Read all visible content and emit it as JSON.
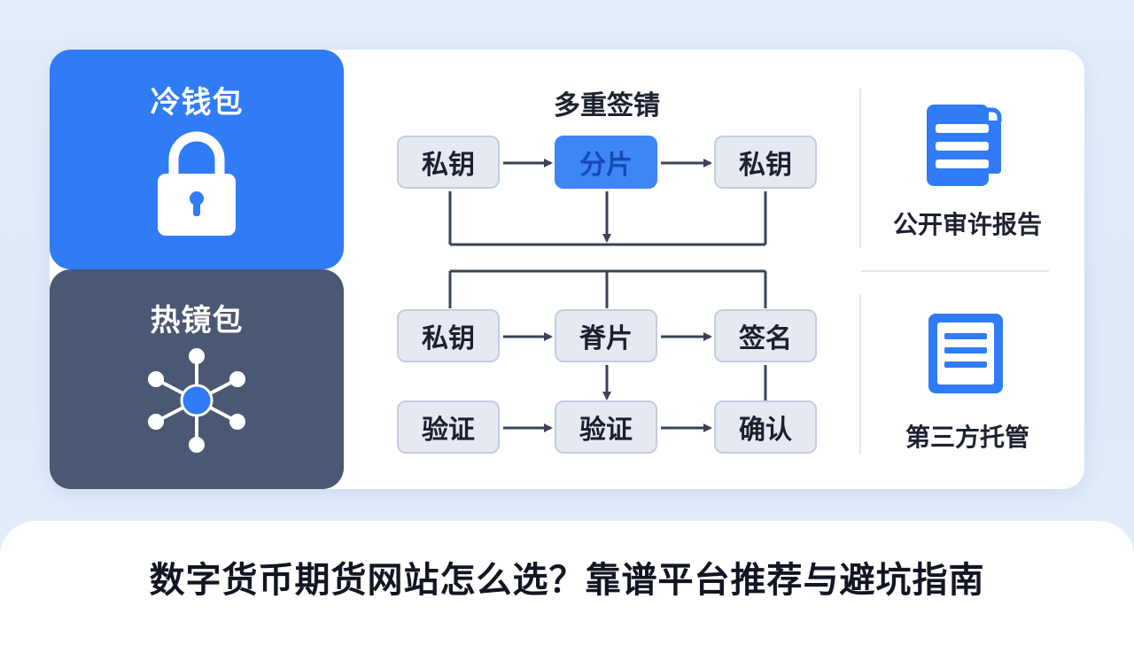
{
  "wallets": {
    "cold": {
      "title": "冷钱包",
      "icon": "lock-icon",
      "color": "#2f7cf6"
    },
    "hot": {
      "title": "热镜包",
      "icon": "network-nodes-icon",
      "color": "#4b5873"
    }
  },
  "flow": {
    "title": "多重签锖",
    "row1": [
      "私钥",
      "分片",
      "私钥"
    ],
    "row2": [
      "私钥",
      "脊片",
      "签名"
    ],
    "row3": [
      "验证",
      "验证",
      "确认"
    ],
    "highlight_color": "#3d86f5"
  },
  "right_panel": {
    "top_label": "公开审许报告",
    "bottom_label": "第三方托管",
    "top_icon": "document-icon",
    "bottom_icon": "list-document-icon",
    "icon_color": "#2f7cf6"
  },
  "headline": "数字货币期货网站怎么选？靠谱平台推荐与避坑指南"
}
